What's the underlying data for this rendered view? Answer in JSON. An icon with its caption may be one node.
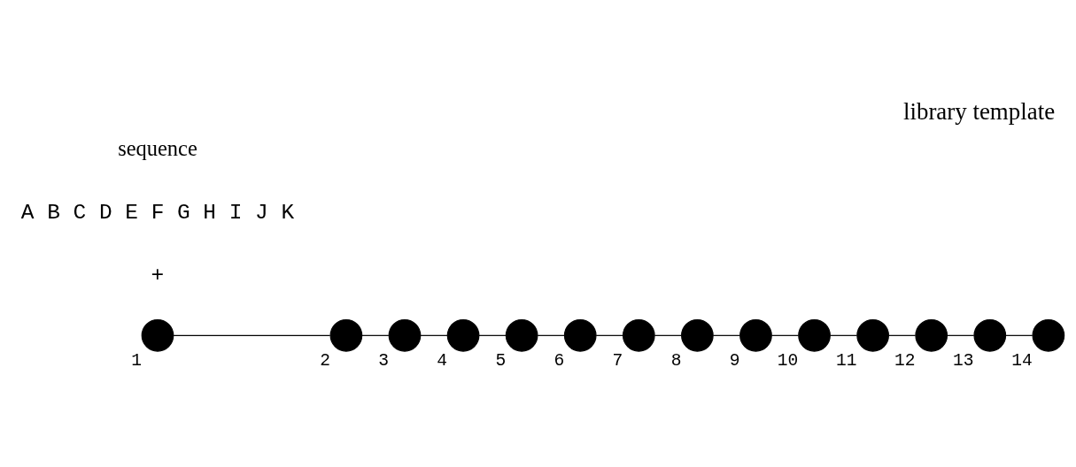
{
  "diagram": {
    "title": "library template",
    "nodes": [
      {
        "text": [],
        "shape": "circle",
        "beside": [
          "1"
        ]
      },
      {
        "text": [],
        "shape": "circle",
        "beside": [
          "2"
        ]
      },
      {
        "text": [],
        "shape": "circle",
        "beside": [
          "3"
        ]
      },
      {
        "text": [],
        "shape": "circle",
        "beside": [
          "4"
        ]
      },
      {
        "text": [],
        "shape": "circle",
        "beside": [
          "5"
        ]
      },
      {
        "text": [],
        "shape": "circle",
        "beside": [
          "6"
        ]
      },
      {
        "text": [],
        "shape": "circle",
        "beside": [
          "7"
        ]
      },
      {
        "text": [],
        "shape": "circle",
        "beside": [
          "8"
        ]
      },
      {
        "text": [],
        "shape": "circle",
        "beside": [
          "9"
        ]
      },
      {
        "text": [],
        "shape": "circle",
        "beside": [
          "10"
        ]
      },
      {
        "text": [],
        "shape": "circle",
        "beside": [
          "11"
        ]
      },
      {
        "text": [],
        "shape": "circle",
        "beside": [
          "12"
        ]
      },
      {
        "text": [],
        "shape": "circle",
        "beside": [
          "13"
        ]
      },
      {
        "text": [],
        "shape": "circle",
        "beside": [
          "14"
        ]
      }
    ],
    "edges": [
      {
        "from": 0,
        "to": 1,
        "arrow": "none"
      },
      {
        "from": 1,
        "to": 2,
        "arrow": "none"
      },
      {
        "from": 2,
        "to": 3,
        "arrow": "none"
      },
      {
        "from": 3,
        "to": 4,
        "arrow": "none"
      },
      {
        "from": 4,
        "to": 5,
        "arrow": "none"
      },
      {
        "from": 5,
        "to": 6,
        "arrow": "none"
      },
      {
        "from": 6,
        "to": 7,
        "arrow": "none"
      },
      {
        "from": 7,
        "to": 8,
        "arrow": "none"
      },
      {
        "from": 8,
        "to": 9,
        "arrow": "none"
      },
      {
        "from": 9,
        "to": 10,
        "arrow": "none"
      },
      {
        "from": 10,
        "to": 11,
        "arrow": "none"
      },
      {
        "from": 11,
        "to": 12,
        "arrow": "none"
      },
      {
        "from": 12,
        "to": 13,
        "arrow": "none"
      }
    ],
    "labels": [
      "sequence",
      "A B C D E F G H I J K",
      "+"
    ]
  }
}
